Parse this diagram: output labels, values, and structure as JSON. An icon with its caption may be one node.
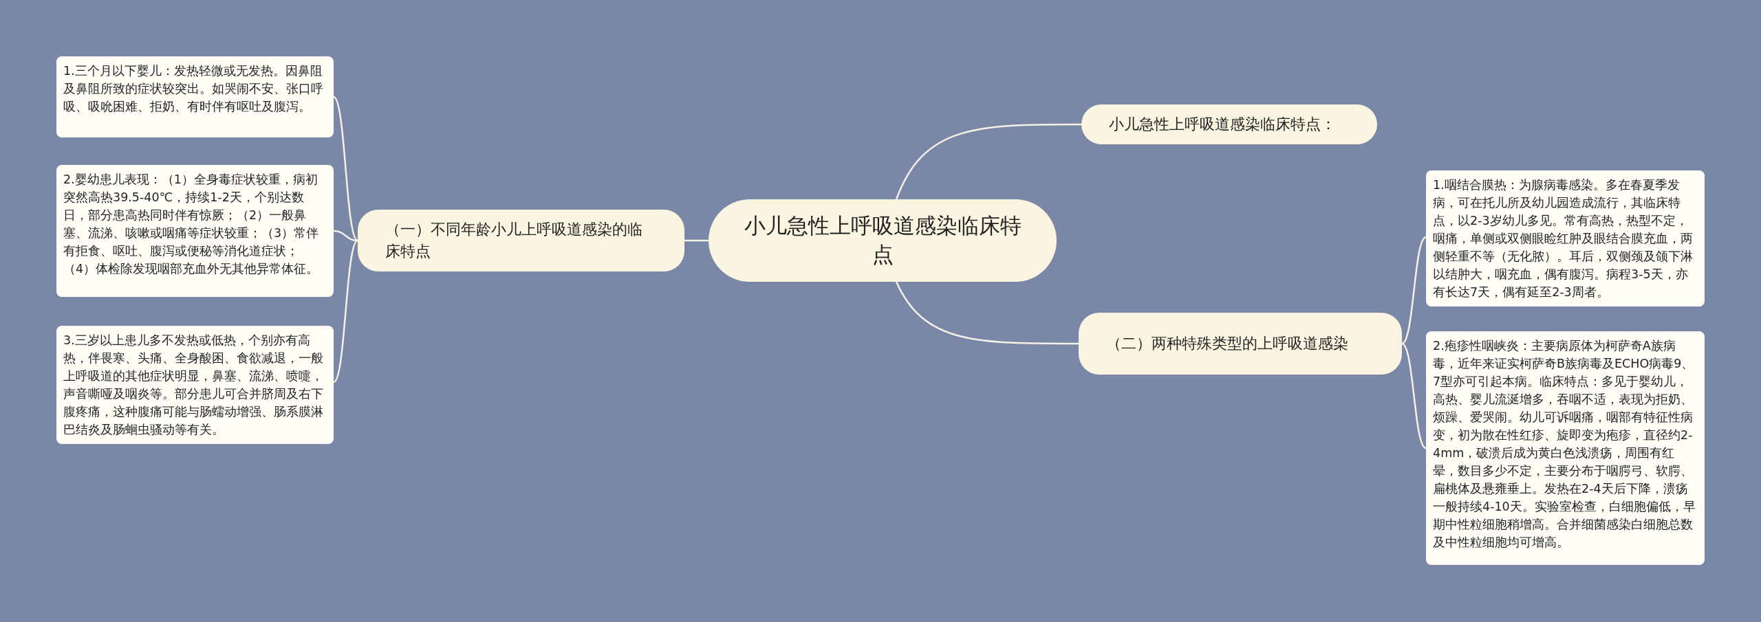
{
  "diagram": {
    "nodes": [
      {
        "text": [
          "小儿急性上呼吸道感染临床特点"
        ]
      },
      {
        "text": [
          "小儿急性上呼吸道感染临床特点："
        ]
      },
      {
        "text": [
          "（一）不同年龄小儿上呼吸道感染的临床特点"
        ]
      },
      {
        "text": [
          "1.三个月以下婴儿：发热轻微或无发热。因鼻阻及鼻阻所致的症状较突出。如哭闹不安、张口呼吸、吸吮困难、拒奶、有时伴有呕吐及腹泻。"
        ]
      },
      {
        "text": [
          "2.婴幼患儿表现：（1）全身毒症状较重，病初突然高热39.5-40℃，持续1-2天，个别达数日，部分患高热同时伴有惊厥；（2）一般鼻塞、流涕、咳嗽或咽痛等症状较重；（3）常伴有拒食、呕吐、腹泻或便秘等消化道症状；（4）体检除发现咽部充血外无其他异常体征。"
        ]
      },
      {
        "text": [
          "3.三岁以上患儿多不发热或低热，个别亦有高热，伴畏寒、头痛、全身酸困、食欲减退，一般上呼吸道的其他症状明显，鼻塞、流涕、喷嚏，声音嘶哑及咽炎等。部分患儿可合并脐周及右下腹疼痛，这种腹痛可能与肠蠕动增强、肠系膜淋巴结炎及肠蛔虫骚动等有关。"
        ]
      },
      {
        "text": [
          "（二）两种特殊类型的上呼吸道感染"
        ]
      },
      {
        "text": [
          "1.咽结合膜热：为腺病毒感染。多在春夏季发病，可在托儿所及幼儿园造成流行，其临床特点，以2-3岁幼儿多见。常有高热，热型不定，咽痛，单侧或双侧眼睑红肿及眼结合膜充血，两侧轻重不等（无化脓）。耳后，双侧颈及颌下淋以结肿大，咽充血，偶有腹泻。病程3-5天，亦有长达7天，偶有延至2-3周者。"
        ]
      },
      {
        "text": [
          "2.疱疹性咽峡炎：主要病原体为柯萨奇A族病毒，近年来证实柯萨奇B族病毒及ECHO病毒9、7型亦可引起本病。临床特点：多见于婴幼儿，高热、婴儿流涎增多，吞咽不适，表现为拒奶、烦躁、爱哭闹。幼儿可诉咽痛，咽部有特征性病变，初为散在性红疹、旋即变为疱疹，直径约2-4mm，破溃后成为黄白色浅溃疡，周围有红晕，数目多少不定，主要分布于咽腭弓、软腭、扁桃体及悬雍垂上。发热在2-4天后下降，溃疡一般持续4-10天。实验室检查，白细胞偏低，早期中性粒细胞稍增高。合并细菌感染白细胞总数及中性粒细胞均可增高。"
        ]
      }
    ],
    "edges": [
      {
        "from": 0,
        "to": 1,
        "arrow": "none"
      },
      {
        "from": 0,
        "to": 2,
        "arrow": "none"
      },
      {
        "from": 0,
        "to": 6,
        "arrow": "none"
      },
      {
        "from": 2,
        "to": 3,
        "arrow": "none"
      },
      {
        "from": 2,
        "to": 4,
        "arrow": "none"
      },
      {
        "from": 2,
        "to": 5,
        "arrow": "none"
      },
      {
        "from": 6,
        "to": 7,
        "arrow": "none"
      },
      {
        "from": 6,
        "to": 8,
        "arrow": "none"
      }
    ]
  }
}
